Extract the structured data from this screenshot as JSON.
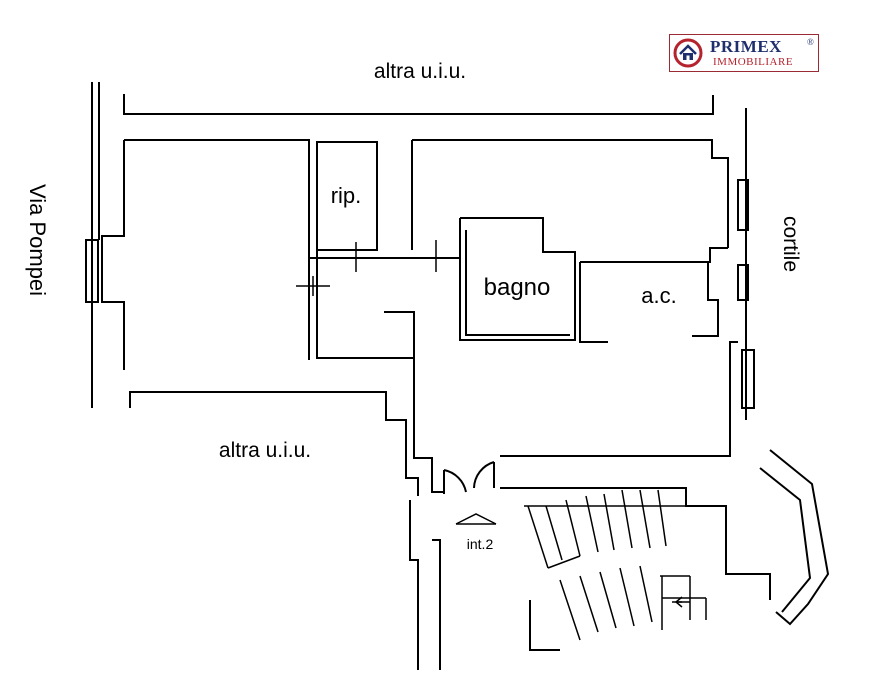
{
  "labels": {
    "top_unit": "altra u.i.u.",
    "bottom_unit": "altra u.i.u.",
    "street": "Via Pompei",
    "courtyard": "cortile",
    "storage": "rip.",
    "bathroom": "bagno",
    "closet": "a.c.",
    "entrance": "int.2"
  },
  "logo": {
    "name": "PRIMEX",
    "registered": "®",
    "subtitle": "IMMOBILIARE",
    "colors": {
      "navy": "#1f2f6e",
      "red": "#b4232e"
    }
  },
  "colors": {
    "wall": "#000000",
    "background": "#ffffff"
  }
}
